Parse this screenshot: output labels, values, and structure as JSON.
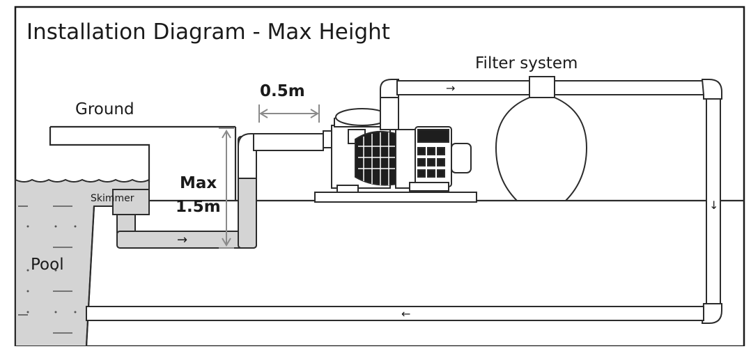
{
  "diagram": {
    "title": "Installation Diagram - Max Height",
    "labels": {
      "filter_system": "Filter system",
      "ground": "Ground",
      "distance": "0.5m",
      "max_height_line1": "Max",
      "max_height_line2": "1.5m",
      "skimmer": "Skimmer",
      "pool": "Pool"
    },
    "colors": {
      "water": "#d4d4d4",
      "outline": "#2b2b2b",
      "dimension": "#8a8a8a"
    }
  }
}
